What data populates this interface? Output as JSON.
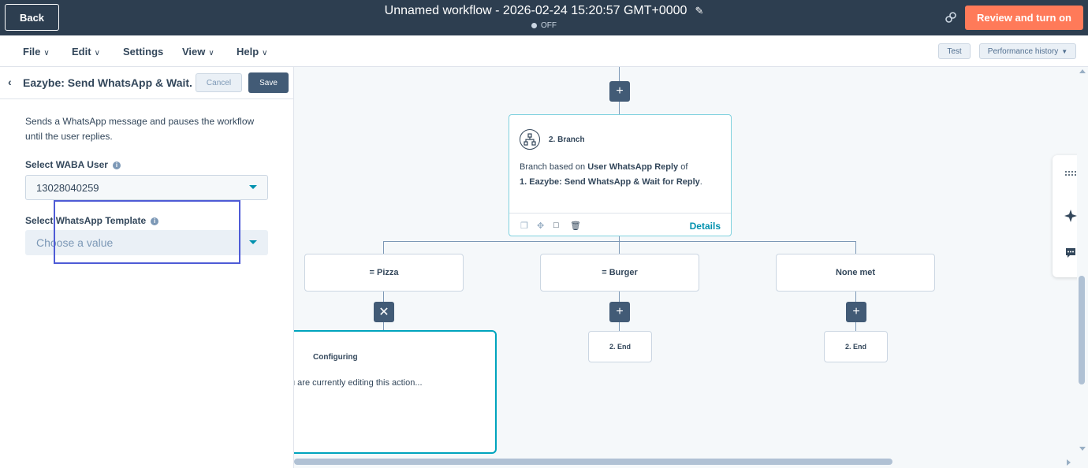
{
  "topbar": {
    "back_label": "Back",
    "workflow_title": "Unnamed workflow - 2026-02-24 15:20:57 GMT+0000",
    "status": "OFF",
    "review_label": "Review and turn on",
    "accent": "#ff7a59",
    "bg": "#2d3e50"
  },
  "menu": {
    "items": [
      {
        "label": "File",
        "has_dropdown": true
      },
      {
        "label": "Edit",
        "has_dropdown": true
      },
      {
        "label": "Settings",
        "has_dropdown": false
      },
      {
        "label": "View",
        "has_dropdown": true
      },
      {
        "label": "Help",
        "has_dropdown": true
      }
    ],
    "test_label": "Test",
    "performance_label": "Performance history"
  },
  "panel": {
    "title": "Eazybe: Send WhatsApp & Wait...",
    "cancel_label": "Cancel",
    "save_label": "Save",
    "description": "Sends a WhatsApp message and pauses the workflow until the user replies.",
    "waba_label": "Select WABA User",
    "waba_value": "13028040259",
    "template_label": "Select WhatsApp Template",
    "template_placeholder": "Choose a value"
  },
  "canvas": {
    "branch": {
      "name": "2. Branch",
      "desc_prefix": "Branch based on ",
      "desc_bold1": "User WhatsApp Reply",
      "desc_mid": " of",
      "desc_bold2": "1. Eazybe: Send WhatsApp & Wait for Reply",
      "desc_suffix": ".",
      "details_label": "Details"
    },
    "options": [
      {
        "label": "= Pizza"
      },
      {
        "label": "= Burger"
      },
      {
        "label": "None met"
      }
    ],
    "ends": [
      {
        "label": "2. End"
      },
      {
        "label": "2. End"
      }
    ],
    "config": {
      "title": "Configuring",
      "text": "u are currently editing this action..."
    }
  },
  "icons": {
    "pencil": "pencil-icon",
    "link": "link-icon",
    "branch": "branch-icon",
    "rail": [
      "grid-icon",
      "sparkle-icon",
      "chat-icon"
    ]
  }
}
